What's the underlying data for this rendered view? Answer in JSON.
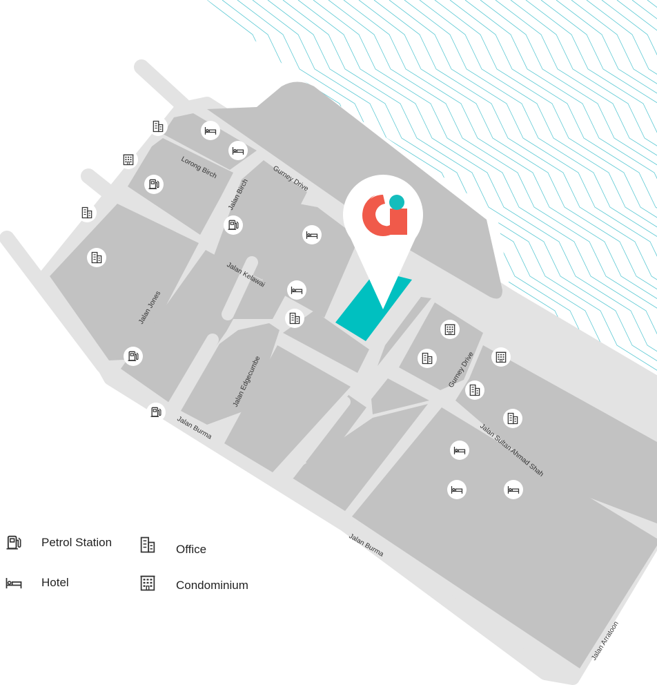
{
  "colors": {
    "road": "#e3e3e3",
    "block": "#c2c2c2",
    "site": "#00c0c0",
    "pin_red": "#f05a4a",
    "pin_teal": "#14bdbd",
    "sea_lines": "#59c8d3",
    "icon_stroke": "#333333"
  },
  "streets": [
    {
      "id": "lorong-birch",
      "label": "Lorong Birch"
    },
    {
      "id": "jalan-birch",
      "label": "Jalan Birch"
    },
    {
      "id": "gurney-drive-north",
      "label": "Gurney Drive"
    },
    {
      "id": "jalan-kelawai",
      "label": "Jalan Kelawai"
    },
    {
      "id": "jalan-jones",
      "label": "Jalan Jones"
    },
    {
      "id": "jalan-edgecumbe",
      "label": "Jalan Edgecumbe"
    },
    {
      "id": "jalan-burma-west",
      "label": "Jalan Burma"
    },
    {
      "id": "gurney-drive-south",
      "label": "Gurney Drive"
    },
    {
      "id": "jalan-sultan-ahmad-shah",
      "label": "Jalan Sultan Ahmad Shah"
    },
    {
      "id": "jalan-burma-south",
      "label": "Jalan Burma"
    },
    {
      "id": "jalan-arratoon",
      "label": "Jalan Arratoon"
    }
  ],
  "markers": [
    {
      "type": "office"
    },
    {
      "type": "hotel"
    },
    {
      "type": "hotel"
    },
    {
      "type": "condominium"
    },
    {
      "type": "petrol-station"
    },
    {
      "type": "office"
    },
    {
      "type": "petrol-station"
    },
    {
      "type": "hotel"
    },
    {
      "type": "office"
    },
    {
      "type": "hotel"
    },
    {
      "type": "office"
    },
    {
      "type": "petrol-station"
    },
    {
      "type": "petrol-station"
    },
    {
      "type": "condominium"
    },
    {
      "type": "office"
    },
    {
      "type": "condominium"
    },
    {
      "type": "office"
    },
    {
      "type": "office"
    },
    {
      "type": "hotel"
    },
    {
      "type": "hotel"
    },
    {
      "type": "hotel"
    }
  ],
  "legend": {
    "petrol_station": "Petrol Station",
    "office": "Office",
    "hotel": "Hotel",
    "condominium": "Condominium"
  }
}
